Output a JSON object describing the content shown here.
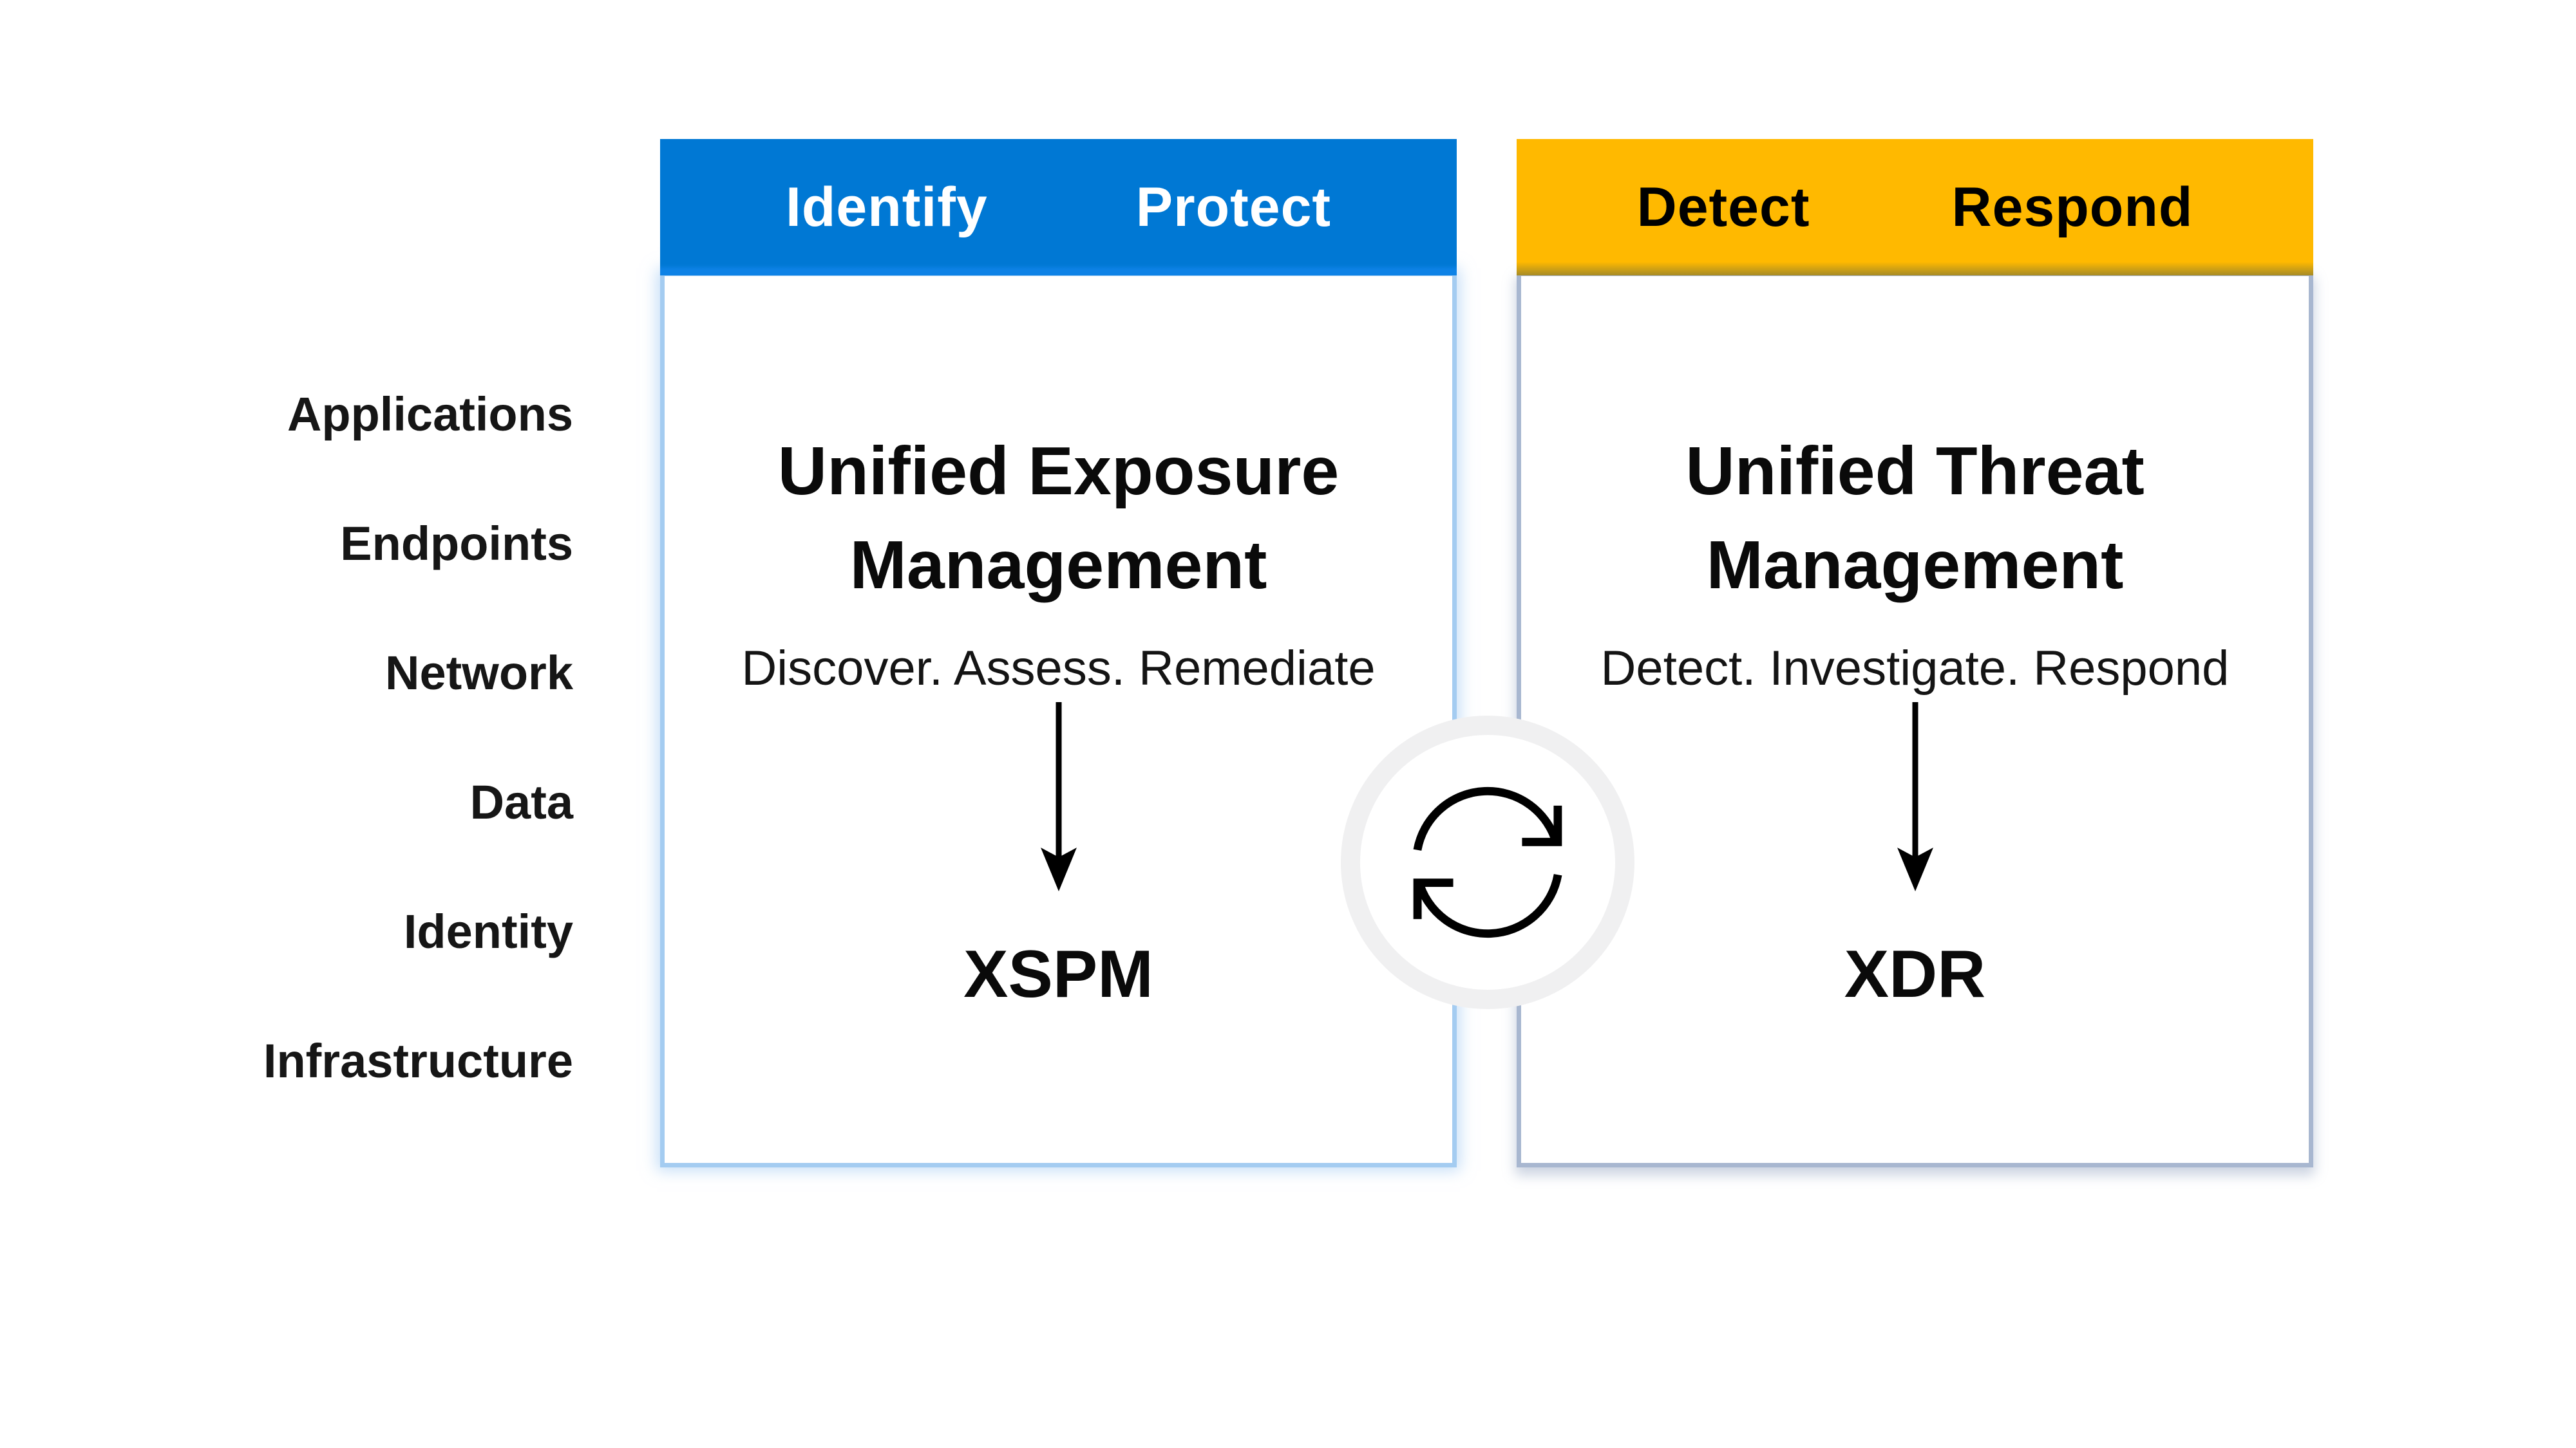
{
  "colors": {
    "header_blue": "#0078D4",
    "header_blue_edge": "#0D82E6",
    "blue_text": "#FFFFFF",
    "header_gold": "#FFB900",
    "header_gold_edge": "#A68B26",
    "gold_text": "#000000",
    "left_card_border": "#A4CCF1",
    "right_card_border": "#A8B7D0",
    "ring": "#F0F0F1",
    "ink": "#111111"
  },
  "row_labels": [
    "Applications",
    "Endpoints",
    "Network",
    "Data",
    "Identity",
    "Infrastructure"
  ],
  "left_card": {
    "header_labels": [
      "Identify",
      "Protect"
    ],
    "title_line1": "Unified Exposure",
    "title_line2": "Management",
    "subtitle": "Discover. Assess. Remediate",
    "acronym": "XSPM"
  },
  "right_card": {
    "header_labels": [
      "Detect",
      "Respond"
    ],
    "title_line1": "Unified Threat",
    "title_line2": "Management",
    "subtitle": "Detect. Investigate. Respond",
    "acronym": "XDR"
  },
  "icons": {
    "sync": "sync-arrows-icon",
    "down_arrow": "down-arrow-icon"
  }
}
